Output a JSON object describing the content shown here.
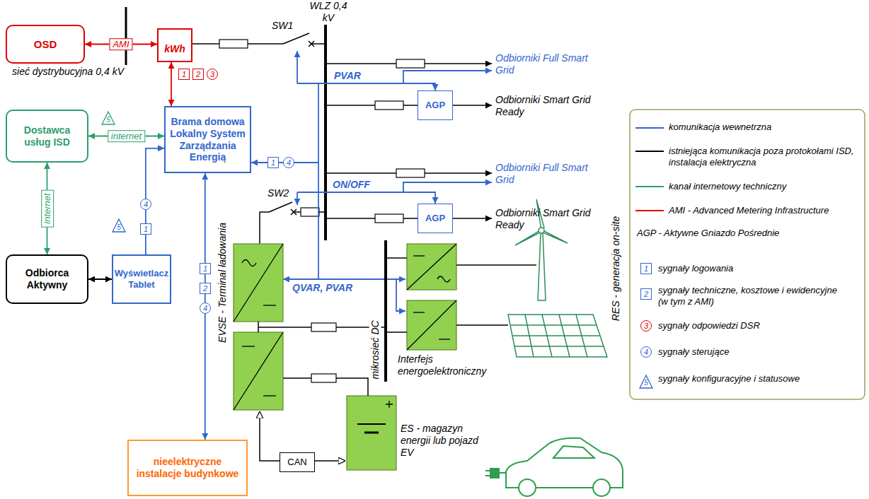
{
  "diagram": {
    "nodes": [
      {
        "text": [
          "OSD"
        ]
      },
      {
        "text": [
          "kWh"
        ]
      },
      {
        "text": [
          "Brama domowa Lokalny System Zarządzania Energią"
        ]
      },
      {
        "text": [
          "Dostawca usług ISD"
        ]
      },
      {
        "text": [
          "Odbiorca Aktywny"
        ]
      },
      {
        "text": [
          "Wyświetlacz Tablet"
        ]
      },
      {
        "text": [
          "nieelektryczne instalacje budynkowe"
        ]
      },
      {
        "text": [
          "AGP"
        ]
      },
      {
        "text": [
          "AGP"
        ]
      },
      {
        "text": [
          "CAN"
        ]
      }
    ],
    "edges": [
      {
        "from": 0,
        "to": 1,
        "label": "AMI",
        "arrow": "both"
      },
      {
        "from": 1,
        "to": 2,
        "arrow": "both"
      },
      {
        "from": 3,
        "to": 2,
        "label": "internet",
        "arrow": "both"
      },
      {
        "from": 3,
        "to": 4,
        "label": "internet",
        "arrow": "both"
      },
      {
        "from": 4,
        "to": 5,
        "arrow": "both"
      },
      {
        "from": 5,
        "to": 2,
        "arrow": "to"
      },
      {
        "from": 2,
        "to": 6,
        "arrow": "both"
      }
    ],
    "labels": [
      "WLZ 0,4 kV",
      "sieć dystrybucyjna 0,4 kV",
      "1",
      "2",
      "3",
      "SW1",
      "PVAR",
      "Odbiorniki Full Smart Grid",
      "Odbiorniki Smart Grid Ready",
      "1",
      "4",
      "ON/OFF",
      "Odbiorniki Full Smart Grid",
      "Odbiorniki Smart Grid Ready",
      "SW2",
      "5",
      "4",
      "5",
      "1",
      "1",
      "2",
      "4",
      "QVAR, PVAR",
      "EVSE - Terminal ładowania",
      "mikrosieć DC",
      "Interfejs energoelektroniczny",
      "RES - generacja on-site",
      "ES - magazyn energii lub pojazd EV",
      "1",
      "2",
      "3",
      "4",
      "5"
    ],
    "legend": [
      {
        "text": "komunikacja wewnetrzna"
      },
      {
        "text": "istniejąca komunikacja poza protokołami ISD, instalacja elektryczna"
      },
      {
        "text": "kanał internetowy techniczny"
      },
      {
        "text": "AMI - Advanced Metering Infrastructure"
      },
      {
        "text": "AGP - Aktywne Gniazdo Pośrednie"
      },
      {
        "text": "sygnały logowania"
      },
      {
        "text": "sygnały techniczne, kosztowe i ewidencyjne (w tym z AMI)"
      },
      {
        "text": "sygnały odpowiedzi DSR"
      },
      {
        "text": "sygnały sterujące"
      },
      {
        "text": "sygnały konfiguracyjne i statusowe"
      }
    ]
  }
}
